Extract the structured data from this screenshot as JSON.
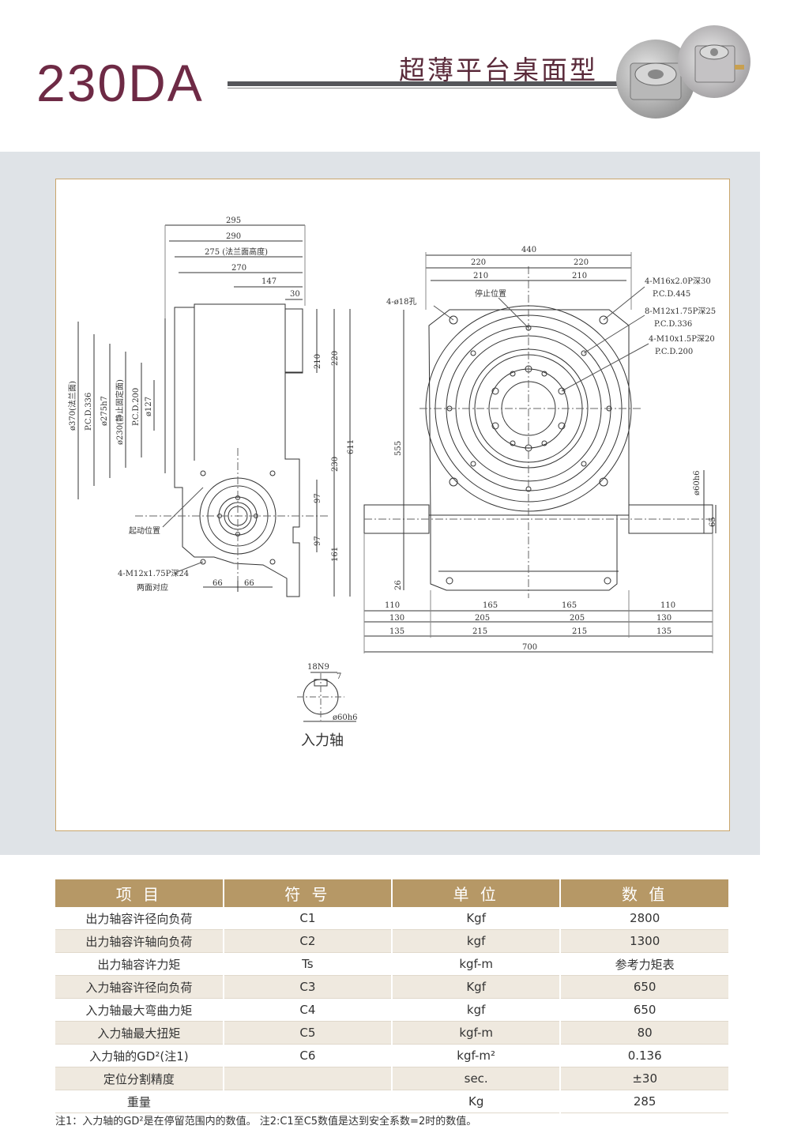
{
  "header": {
    "model": "230DA",
    "subtitle": "超薄平台桌面型"
  },
  "drawing": {
    "side_dims": [
      "295",
      "290",
      "275 (法兰面高度)",
      "270",
      "147",
      "30",
      "210",
      "220",
      "611",
      "230",
      "97",
      "97",
      "161",
      "66",
      "66"
    ],
    "side_vertical": [
      "ø370(法兰面)",
      "P.C.D.336",
      "ø275h7",
      "ø230(静止固定面)",
      "P.C.D.200",
      "ø127"
    ],
    "labels": {
      "start_position": "起动位置",
      "m12_both": "4-M12x1.75P深24",
      "both_sides": "两面对应",
      "hole18": "4-ø18孔",
      "stop_position": "停止位置",
      "m16": "4-M16x2.0P深30",
      "pcd445": "P.C.D.445",
      "m12": "8-M12x1.75P深25",
      "pcd336": "P.C.D.336",
      "m10": "4-M10x1.5P深20",
      "pcd200": "P.C.D.200",
      "shaft60": "ø60h6",
      "shaft65": "65",
      "keyway": "18N9",
      "key7": "7",
      "shaft_dia": "ø60h6",
      "input_shaft": "入力轴"
    },
    "front_dims": [
      "440",
      "220",
      "220",
      "210",
      "210",
      "555",
      "26",
      "110",
      "165",
      "165",
      "110",
      "130",
      "205",
      "205",
      "130",
      "135",
      "215",
      "215",
      "135",
      "700"
    ]
  },
  "table": {
    "headers": [
      "项 目",
      "符 号",
      "单 位",
      "数 值"
    ],
    "rows": [
      [
        "出力轴容许径向负荷",
        "C1",
        "Kgf",
        "2800"
      ],
      [
        "出力轴容许轴向负荷",
        "C2",
        "kgf",
        "1300"
      ],
      [
        "出力轴容许力矩",
        "Ts",
        "kgf-m",
        "参考力矩表"
      ],
      [
        "入力轴容许径向负荷",
        "C3",
        "Kgf",
        "650"
      ],
      [
        "入力轴最大弯曲力矩",
        "C4",
        "kgf",
        "650"
      ],
      [
        "入力轴最大扭矩",
        "C5",
        "kgf-m",
        "80"
      ],
      [
        "入力轴的GD²(注1)",
        "C6",
        "kgf-m²",
        "0.136"
      ],
      [
        "定位分割精度",
        "",
        "sec.",
        "±30"
      ],
      [
        "重量",
        "",
        "Kg",
        "285"
      ]
    ]
  },
  "footnote": "注1：入力轴的GD²是在停留范围内的数值。   注2:C1至C5数值是达到安全系数=2时的数值。"
}
